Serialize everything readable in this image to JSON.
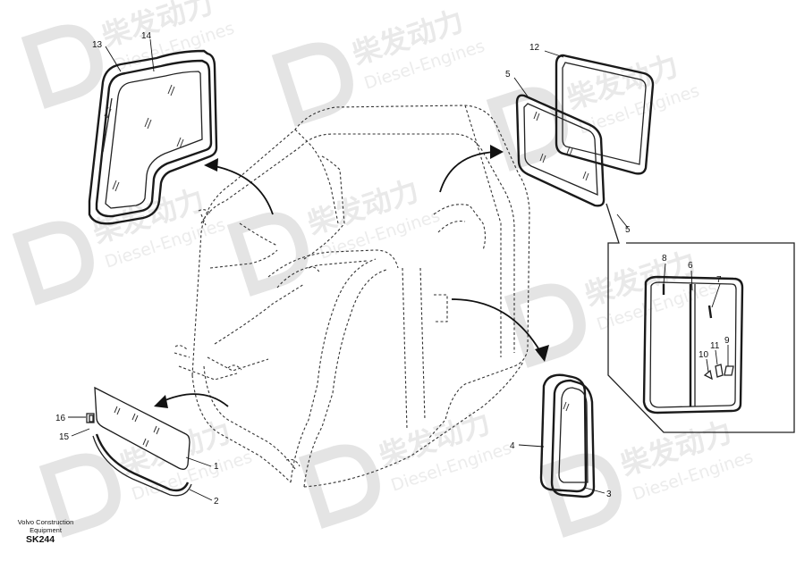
{
  "watermark": {
    "brand_cn": "柴发动力",
    "brand_en": "Diesel-Engines"
  },
  "callouts": {
    "c1": "1",
    "c2": "2",
    "c3": "3",
    "c4": "4",
    "c5a": "5",
    "c5b": "5",
    "c6": "6",
    "c7": "7",
    "c8": "8",
    "c9": "9",
    "c10": "10",
    "c11": "11",
    "c12": "12",
    "c13": "13",
    "c14": "14",
    "c15": "15",
    "c16": "16"
  },
  "footer": {
    "company_line1": "Volvo Construction",
    "company_line2": "Equipment",
    "drawing_code": "SK244"
  }
}
